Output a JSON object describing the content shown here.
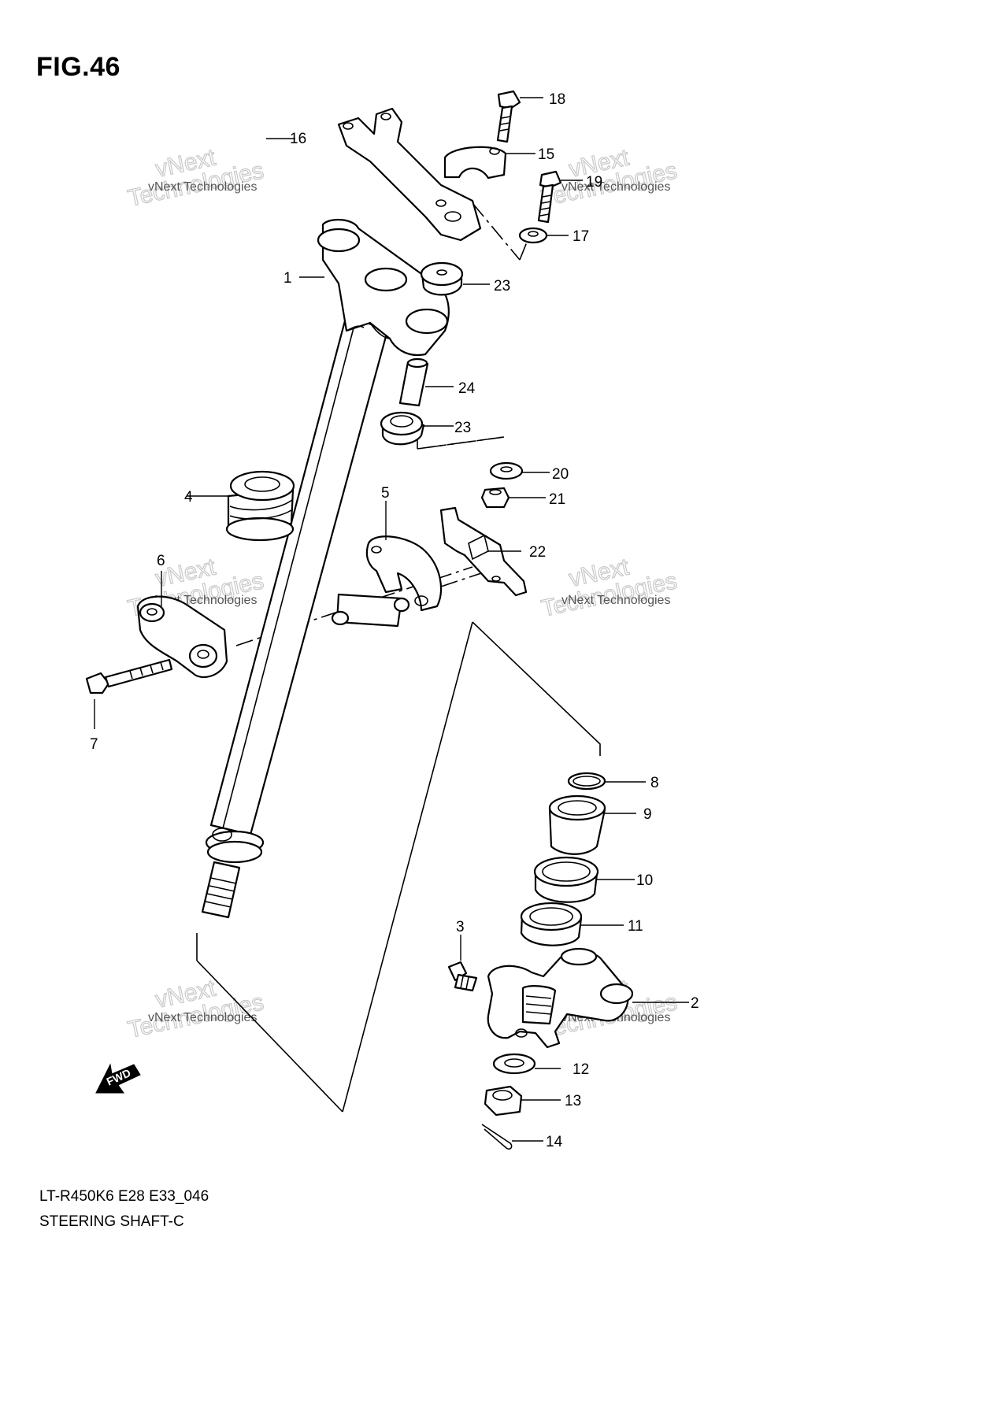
{
  "figure": {
    "title": "FIG.46",
    "model_code": "LT-R450K6 E28 E33_046",
    "name": "STEERING SHAFT-C"
  },
  "callouts": [
    "1",
    "2",
    "3",
    "4",
    "5",
    "6",
    "7",
    "8",
    "9",
    "10",
    "11",
    "12",
    "13",
    "14",
    "15",
    "16",
    "17",
    "18",
    "19",
    "20",
    "21",
    "22",
    "23",
    "23",
    "24"
  ],
  "watermark": {
    "line1": "vNext",
    "line2": "Technologies",
    "full": "vNext Technologies"
  },
  "fwd_label": "FWD"
}
